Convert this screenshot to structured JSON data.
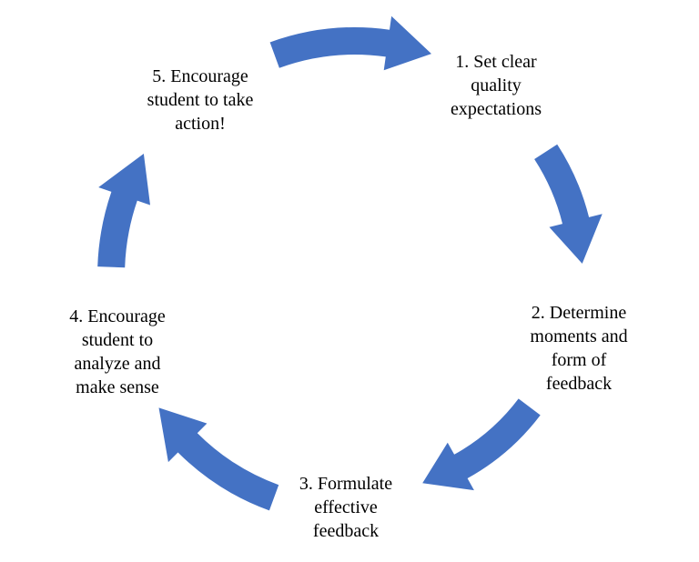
{
  "colors": {
    "background": "#FFFFFF",
    "arrow": "#4472C4",
    "text": "#000000"
  },
  "diagram": {
    "type": "cycle",
    "steps": [
      {
        "id": 1,
        "label": "1. Set clear quality expectations",
        "lines": [
          "1. Set clear",
          "quality",
          "expectations"
        ]
      },
      {
        "id": 2,
        "label": "2. Determine moments and form of feedback",
        "lines": [
          "2. Determine",
          "moments and",
          "form of",
          "feedback"
        ]
      },
      {
        "id": 3,
        "label": "3. Formulate effective feedback",
        "lines": [
          "3. Formulate",
          "effective",
          "feedback"
        ]
      },
      {
        "id": 4,
        "label": "4. Encourage student to analyze and make sense",
        "lines": [
          "4. Encourage",
          "student to",
          "analyze and",
          "make sense"
        ]
      },
      {
        "id": 5,
        "label": "5. Encourage student to take action!",
        "lines": [
          "5. Encourage",
          "student to take",
          "action!"
        ]
      }
    ],
    "arrows": [
      {
        "name": "curved-arrow-5-to-1",
        "from": 5,
        "to": 1
      },
      {
        "name": "curved-arrow-1-to-2",
        "from": 1,
        "to": 2
      },
      {
        "name": "curved-arrow-2-to-3",
        "from": 2,
        "to": 3
      },
      {
        "name": "curved-arrow-3-to-4",
        "from": 3,
        "to": 4
      },
      {
        "name": "curved-arrow-4-to-5",
        "from": 4,
        "to": 5
      }
    ]
  }
}
